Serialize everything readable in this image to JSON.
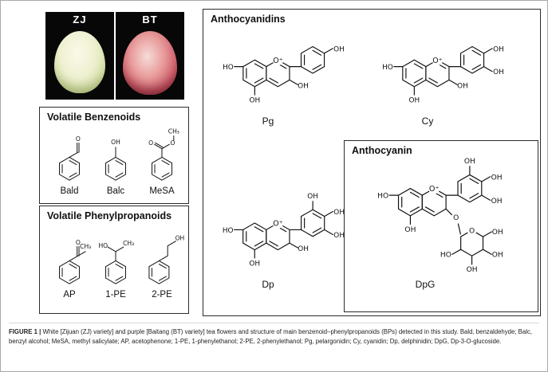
{
  "photos": {
    "zj_label": "ZJ",
    "bt_label": "BT",
    "zj_flower_color": "#eef0d0",
    "bt_flower_color": "#cf5f6b"
  },
  "sections": {
    "benzenoids_title": "Volatile Benzenoids",
    "phenylpropanoids_title": "Volatile Phenylpropanoids",
    "anthocyanidins_title": "Anthocyanidins",
    "anthocyanin_title": "Anthocyanin"
  },
  "molecules": {
    "bald": {
      "name": "Bald",
      "atoms": {
        "o": "O"
      }
    },
    "balc": {
      "name": "Balc",
      "atoms": {
        "oh": "OH"
      }
    },
    "mesa": {
      "name": "MeSA",
      "atoms": {
        "o_carbonyl": "O",
        "o_ester": "O",
        "ch3": "CH₃"
      }
    },
    "ap": {
      "name": "AP",
      "atoms": {
        "o": "O",
        "ch3": "CH₃"
      }
    },
    "pe1": {
      "name": "1-PE",
      "atoms": {
        "ho": "HO",
        "ch3": "CH₃"
      }
    },
    "pe2": {
      "name": "2-PE",
      "atoms": {
        "oh": "OH"
      }
    },
    "pg": {
      "name": "Pg",
      "atoms": {
        "ho7": "HO",
        "oplus": "O⁺",
        "oh3": "OH",
        "oh5": "OH",
        "oh4p": "OH"
      }
    },
    "cy": {
      "name": "Cy",
      "atoms": {
        "ho7": "HO",
        "oplus": "O⁺",
        "oh3": "OH",
        "oh5": "OH",
        "oh3p": "OH",
        "oh4p": "OH"
      }
    },
    "dp": {
      "name": "Dp",
      "atoms": {
        "ho7": "HO",
        "oplus": "O⁺",
        "oh3": "OH",
        "oh5": "OH",
        "oh3p": "OH",
        "oh4p": "OH",
        "oh5p": "OH"
      }
    },
    "dpg": {
      "name": "DpG",
      "atoms": {
        "ho7": "HO",
        "oplus": "O⁺",
        "oh5": "OH",
        "oh3p": "OH",
        "oh4p": "OH",
        "oh5p": "OH",
        "o_gly": "O",
        "o_ring": "O",
        "g_oh_top": "OH",
        "g_oh_right": "OH",
        "g_oh_bottom": "OH",
        "g_ho": "HO"
      }
    }
  },
  "caption": {
    "label": "FIGURE 1 |",
    "text": " White [Zijuan (ZJ) variety] and purple [Baitang (BT) variety] tea flowers and structure of main benzenoid–phenylpropanoids (BPs) detected in this study. Bald, benzaldehyde; Balc, benzyl alcohol; MeSA, methyl salicylate; AP, acetophenone; 1-PE, 1-phenylethanol; 2-PE, 2-phenylethanol; Pg, pelargonidin; Cy, cyanidin; Dp, delphinidin; DpG, Dp-3-O-glucoside."
  }
}
